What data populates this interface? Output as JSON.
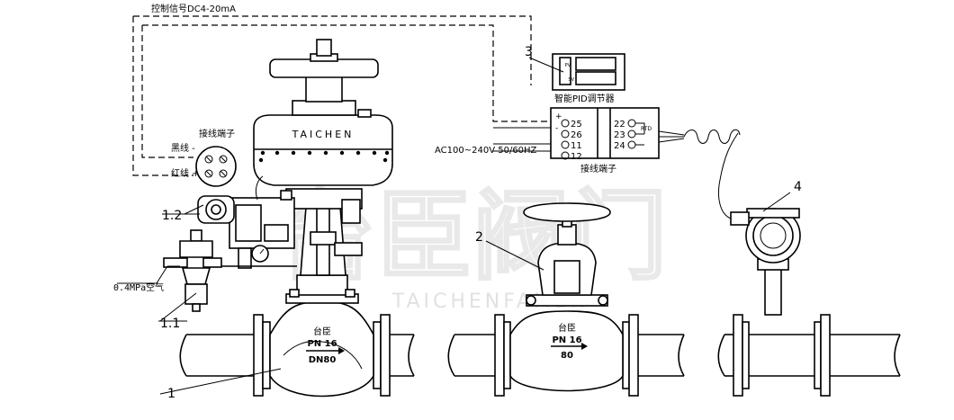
{
  "labels": {
    "control_signal": "控制信号DC4-20mA",
    "terminal_left": "接线端子",
    "black_wire": "黑线 -",
    "red_wire": "红线 +",
    "brand": "TAICHEN",
    "controller_title": "智能PID调节器",
    "power": "AC100~240V 50/60HZ",
    "terminal_right": "接线端子",
    "rtd": "RTD",
    "air_supply": "0.4MPa空气",
    "watermark_cn": "台臣阀门",
    "watermark_en": "TAICHENFAMEN",
    "valve1_brand": "台臣",
    "valve1_pn": "PN 16",
    "valve1_dn": "DN80",
    "valve2_brand": "台臣",
    "valve2_pn": "PN 16",
    "valve2_dn": "80"
  },
  "terminals_left": [
    "25",
    "26",
    "11",
    "12"
  ],
  "terminals_right": [
    "22",
    "23",
    "24"
  ],
  "controller_indicators": [
    "PV",
    "SV"
  ],
  "callouts": {
    "c1": "1",
    "c11": "1.1",
    "c12": "1.2",
    "c2": "2",
    "c3": "3",
    "c4": "4"
  }
}
